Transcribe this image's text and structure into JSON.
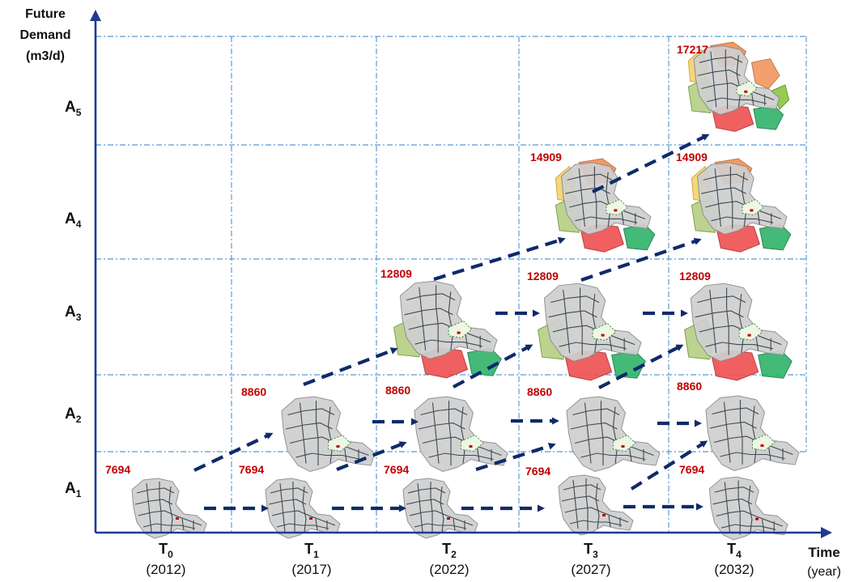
{
  "y_axis": {
    "title_lines": [
      "Future",
      "Demand",
      "(m3/d)"
    ],
    "levels": [
      {
        "base": "A",
        "sub": "5"
      },
      {
        "base": "A",
        "sub": "4"
      },
      {
        "base": "A",
        "sub": "3"
      },
      {
        "base": "A",
        "sub": "2"
      },
      {
        "base": "A",
        "sub": "1"
      }
    ]
  },
  "x_axis": {
    "title": "Time",
    "unit": "(year)",
    "periods": [
      {
        "base": "T",
        "sub": "0",
        "year": "(2012)"
      },
      {
        "base": "T",
        "sub": "1",
        "year": "(2017)"
      },
      {
        "base": "T",
        "sub": "2",
        "year": "(2022)"
      },
      {
        "base": "T",
        "sub": "3",
        "year": "(2027)"
      },
      {
        "base": "T",
        "sub": "4",
        "year": "(2032)"
      }
    ]
  },
  "demand_values": {
    "A1": "7694",
    "A2": "8860",
    "A3": "12809",
    "A4": "14909",
    "A5": "17217"
  },
  "colors": {
    "axis": "#1f3a93",
    "grid": "#5b9bd5",
    "arrow": "#0f2a6b",
    "value_label": "#c00000",
    "network_fill": "#cfcfcf",
    "zone_green_light": "#b9d18a",
    "zone_red": "#ef4f4f",
    "zone_green": "#2fb36a",
    "zone_yellow": "#f5d36b",
    "zone_orange": "#f08a4b"
  }
}
